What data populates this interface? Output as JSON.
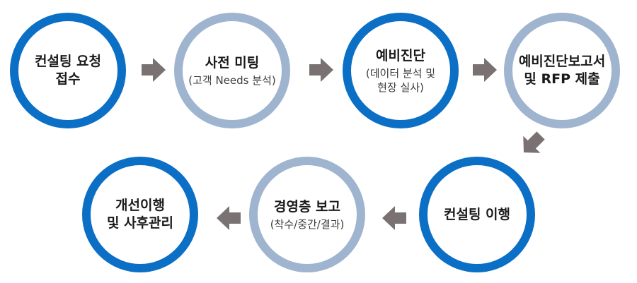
{
  "steps": [
    {
      "title": "컨설팅 요청\n접수",
      "sub": ""
    },
    {
      "title": "사전 미팅",
      "sub": "(고객 Needs 분석)"
    },
    {
      "title": "예비진단",
      "sub": "(데이터 분석 및\n현장 실사)"
    },
    {
      "title": "예비진단보고서\n및 RFP 제출",
      "sub": ""
    },
    {
      "title": "컨설팅 이행",
      "sub": ""
    },
    {
      "title": "경영층 보고",
      "sub": "(착수/중간/결과)"
    },
    {
      "title": "개선이행\n및 사후관리",
      "sub": ""
    }
  ],
  "colors": {
    "ring_dark": "#0b6fc6",
    "ring_light": "#9fb4cf",
    "arrow": "#7a7272"
  },
  "icons": [
    "arrow-right-icon",
    "arrow-down-left-icon",
    "arrow-left-icon"
  ]
}
